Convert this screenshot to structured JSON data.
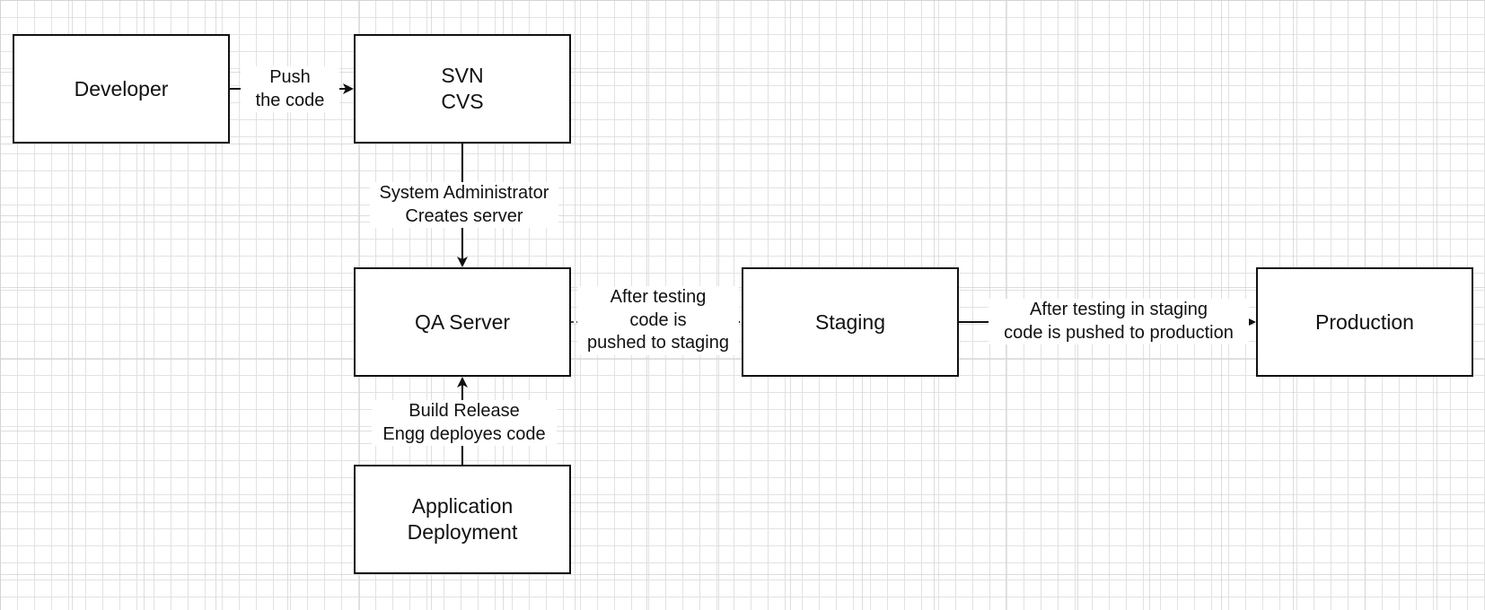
{
  "nodes": {
    "developer": "Developer",
    "svn_cvs": "SVN\nCVS",
    "qa_server": "QA Server",
    "staging": "Staging",
    "production": "Production",
    "app_deployment": "Application\nDeployment"
  },
  "edges": {
    "push_code": "Push\nthe code",
    "sysadmin_creates": "System Administrator\nCreates server",
    "build_release": "Build Release\nEngg deployes code",
    "qa_to_staging": "After testing\ncode is\npushed to staging",
    "staging_to_production": "After testing in staging\ncode is pushed to production"
  },
  "colors": {
    "stroke": "#111111",
    "grid": "#e2e2e2",
    "background": "#ffffff"
  }
}
